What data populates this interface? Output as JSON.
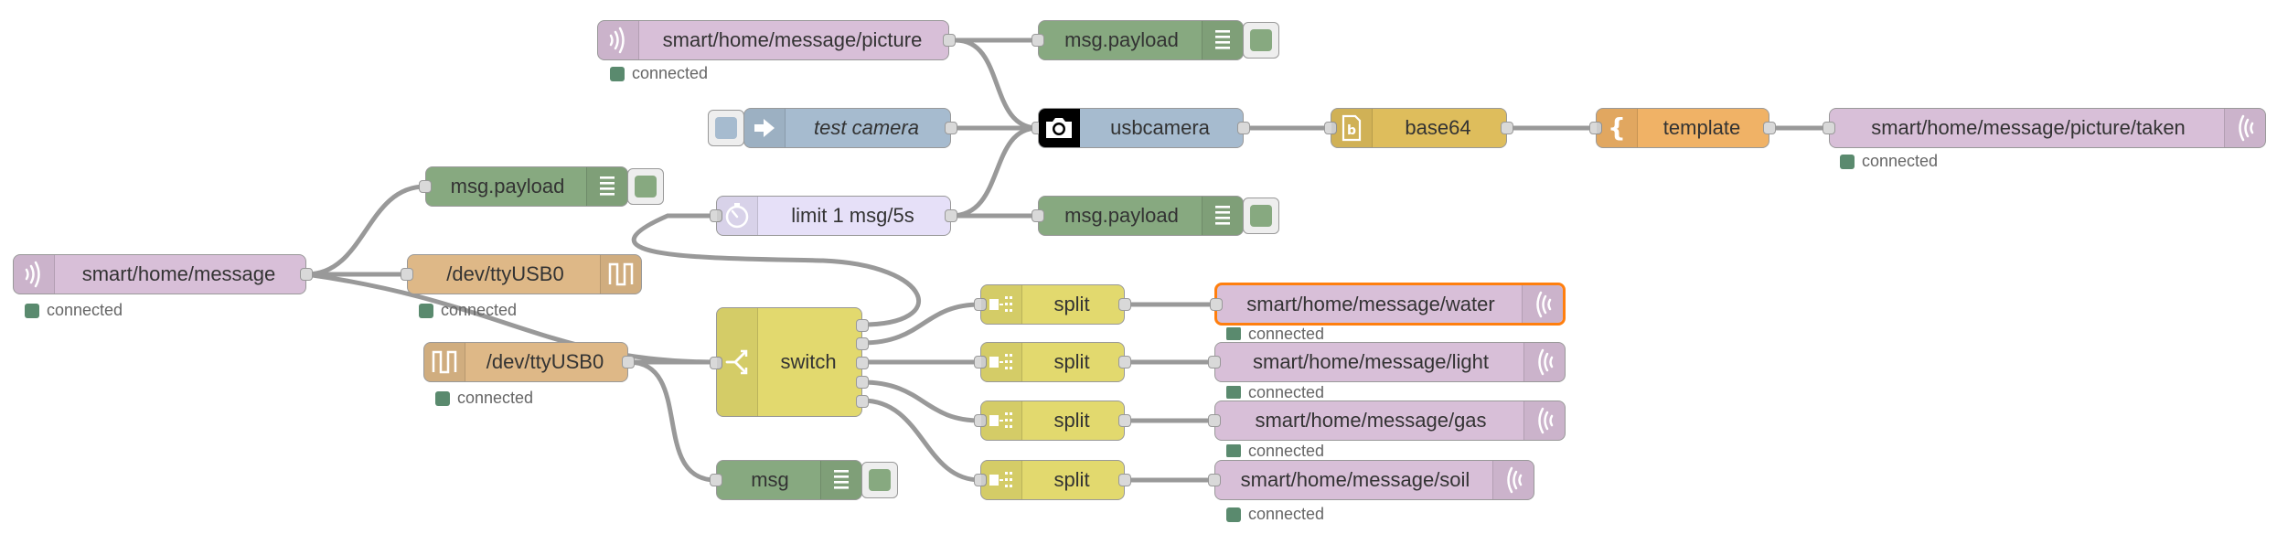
{
  "colors": {
    "mqtt": "#d8bfd8",
    "debug": "#87a980",
    "serial": "#deb887",
    "inject": "#a6bbcf",
    "delay": "#e6e0f8",
    "function": "#e2d96e",
    "base64": "#debd5c",
    "template": "#f0b266",
    "camera": "#a6bbcf",
    "wire": "#999999",
    "status_connected": "#5a8a6e",
    "selection": "#ff7f0e"
  },
  "nodes": {
    "mqtt_in_picture": {
      "label": "smart/home/message/picture",
      "icon": "mqtt-icon",
      "status": "connected"
    },
    "debug_picture": {
      "label": "msg.payload",
      "icon": "list-icon"
    },
    "inject_test_camera": {
      "label": "test camera",
      "icon": "arrow-right-icon"
    },
    "usbcamera": {
      "label": "usbcamera",
      "icon": "camera-icon"
    },
    "base64": {
      "label": "base64",
      "icon": "base64-icon"
    },
    "template": {
      "label": "template",
      "icon": "curly-brace-icon"
    },
    "mqtt_out_picture_taken": {
      "label": "smart/home/message/picture/taken",
      "icon": "mqtt-icon",
      "status": "connected"
    },
    "delay_limit": {
      "label": "limit 1 msg/5s",
      "icon": "timer-icon"
    },
    "debug_delay": {
      "label": "msg.payload",
      "icon": "list-icon"
    },
    "debug_message": {
      "label": "msg.payload",
      "icon": "list-icon"
    },
    "mqtt_in_message": {
      "label": "smart/home/message",
      "icon": "mqtt-icon",
      "status": "connected"
    },
    "serial_out": {
      "label": "/dev/ttyUSB0",
      "icon": "serial-icon",
      "status": "connected"
    },
    "serial_in": {
      "label": "/dev/ttyUSB0",
      "icon": "serial-icon",
      "status": "connected"
    },
    "switch": {
      "label": "switch",
      "icon": "switch-icon"
    },
    "debug_msg": {
      "label": "msg",
      "icon": "list-icon"
    },
    "split_water": {
      "label": "split",
      "icon": "split-icon"
    },
    "split_light": {
      "label": "split",
      "icon": "split-icon"
    },
    "split_gas": {
      "label": "split",
      "icon": "split-icon"
    },
    "split_soil": {
      "label": "split",
      "icon": "split-icon"
    },
    "mqtt_out_water": {
      "label": "smart/home/message/water",
      "icon": "mqtt-icon",
      "status": "connected"
    },
    "mqtt_out_light": {
      "label": "smart/home/message/light",
      "icon": "mqtt-icon",
      "status": "connected"
    },
    "mqtt_out_gas": {
      "label": "smart/home/message/gas",
      "icon": "mqtt-icon",
      "status": "connected"
    },
    "mqtt_out_soil": {
      "label": "smart/home/message/soil",
      "icon": "mqtt-icon",
      "status": "connected"
    }
  }
}
